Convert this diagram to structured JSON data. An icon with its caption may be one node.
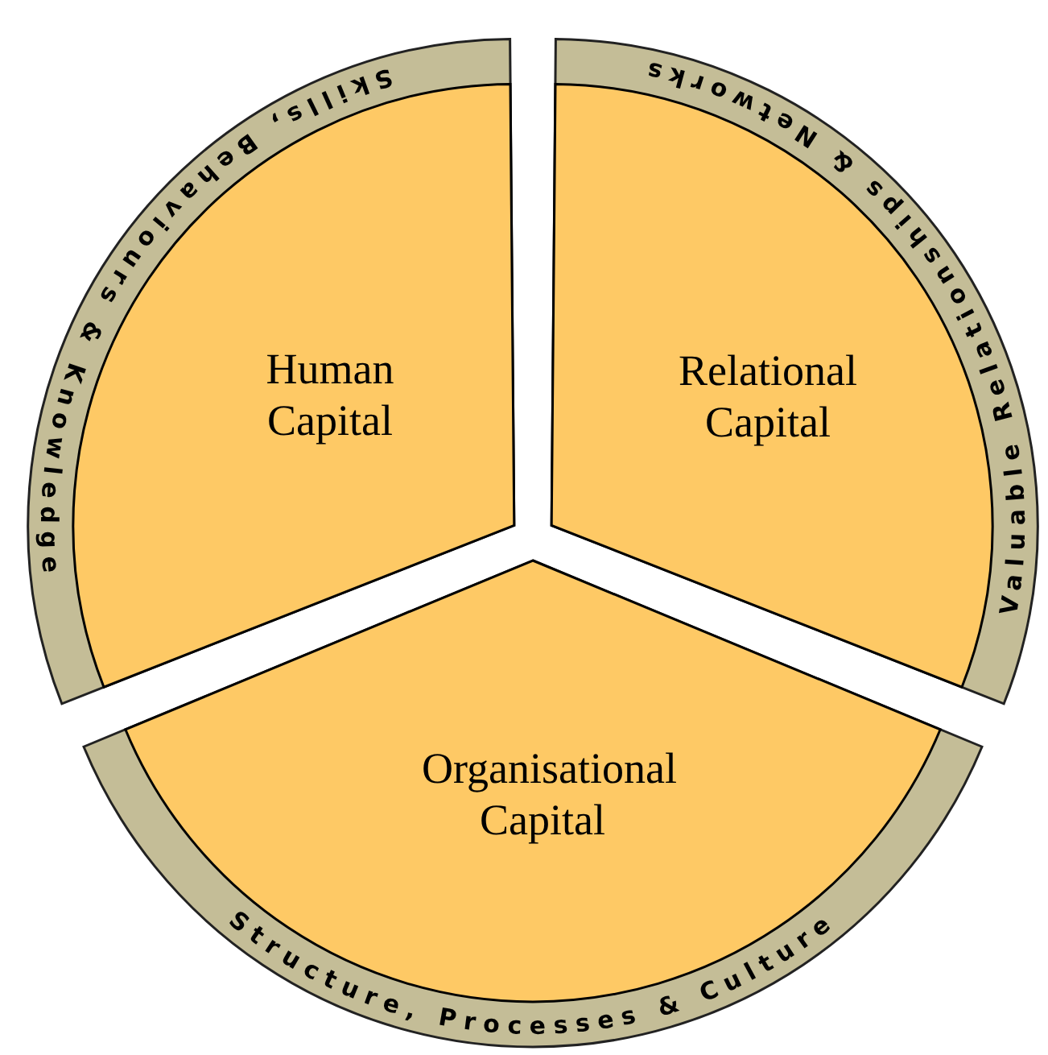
{
  "diagram": {
    "nodes": [
      {
        "text": [
          "Human Capital",
          "Skills, Behaviours & Knowledge"
        ]
      },
      {
        "text": [
          "Relational Capital",
          "Valuable Relationships & Networks"
        ]
      },
      {
        "text": [
          "Organisational Capital",
          "Structure, Processes & Culture"
        ]
      }
    ]
  }
}
